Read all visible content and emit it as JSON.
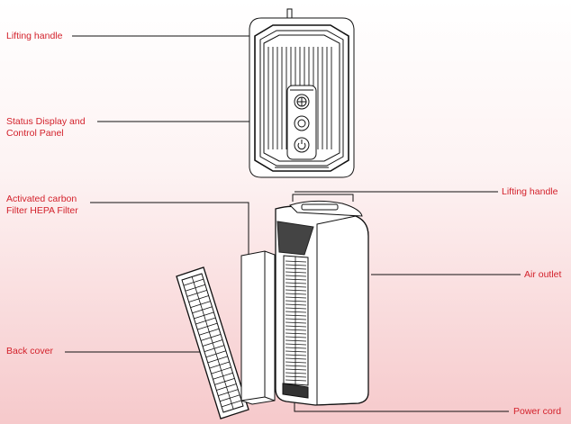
{
  "labels": {
    "lifting_handle_top": "Lifting handle",
    "status_display": "Status Display and\nControl Panel",
    "carbon_filter": "Activated carbon\nFilter HEPA Filter",
    "back_cover": "Back cover",
    "lifting_handle_right": "Lifting handle",
    "air_outlet": "Air outlet",
    "power_cord": "Power cord"
  },
  "colors": {
    "label": "#d3212b",
    "line": "#111111"
  }
}
